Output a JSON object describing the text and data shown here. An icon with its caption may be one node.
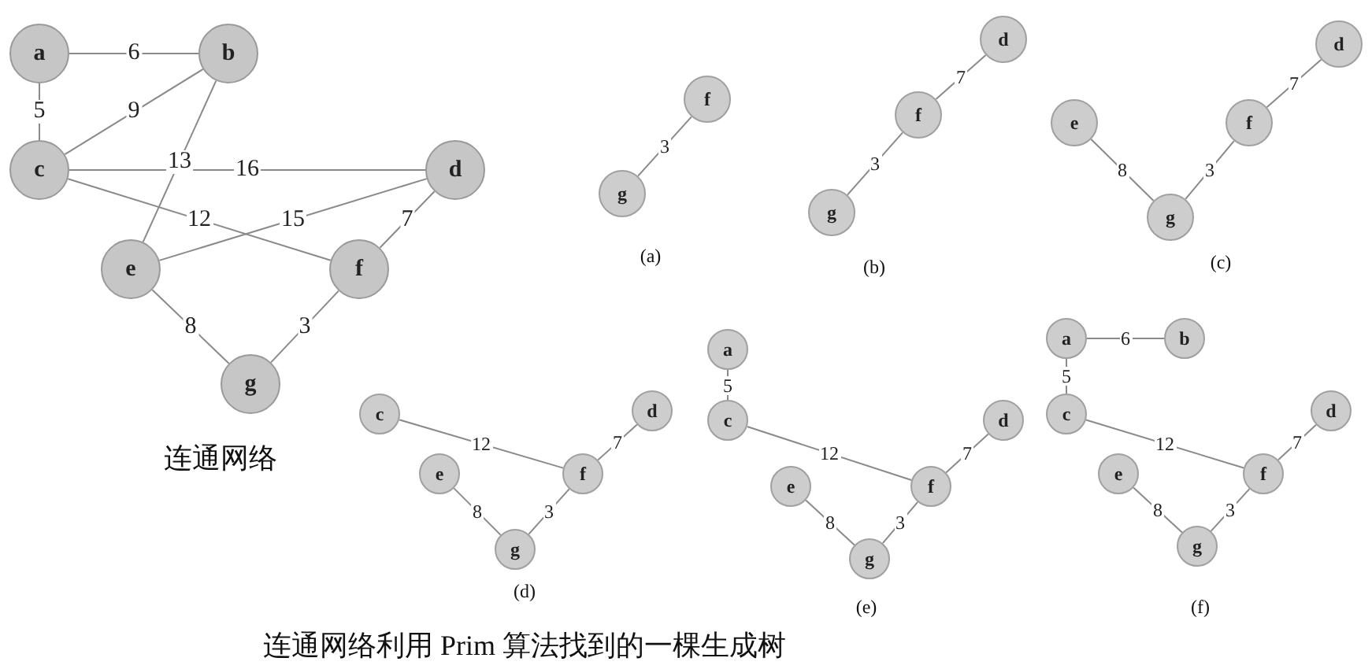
{
  "diagram": {
    "caption": "连通网络利用 Prim 算法找到的一棵生成树",
    "nodes": [
      {
        "text": [
          "a"
        ]
      },
      {
        "text": [
          "b"
        ]
      },
      {
        "text": [
          "c"
        ]
      },
      {
        "text": [
          "d"
        ]
      },
      {
        "text": [
          "e"
        ]
      },
      {
        "text": [
          "f"
        ]
      },
      {
        "text": [
          "g"
        ]
      },
      {
        "text": [
          "f"
        ]
      },
      {
        "text": [
          "g"
        ]
      },
      {
        "text": [
          "d"
        ]
      },
      {
        "text": [
          "f"
        ]
      },
      {
        "text": [
          "g"
        ]
      },
      {
        "text": [
          "d"
        ]
      },
      {
        "text": [
          "e"
        ]
      },
      {
        "text": [
          "f"
        ]
      },
      {
        "text": [
          "g"
        ]
      },
      {
        "text": [
          "c"
        ]
      },
      {
        "text": [
          "d"
        ]
      },
      {
        "text": [
          "e"
        ]
      },
      {
        "text": [
          "f"
        ]
      },
      {
        "text": [
          "g"
        ]
      },
      {
        "text": [
          "a"
        ]
      },
      {
        "text": [
          "c"
        ]
      },
      {
        "text": [
          "d"
        ]
      },
      {
        "text": [
          "e"
        ]
      },
      {
        "text": [
          "f"
        ]
      },
      {
        "text": [
          "g"
        ]
      },
      {
        "text": [
          "a"
        ]
      },
      {
        "text": [
          "b"
        ]
      },
      {
        "text": [
          "c"
        ]
      },
      {
        "text": [
          "d"
        ]
      },
      {
        "text": [
          "e"
        ]
      },
      {
        "text": [
          "f"
        ]
      },
      {
        "text": [
          "g"
        ]
      }
    ],
    "edges": [
      {
        "from": 0,
        "to": 1,
        "arrow": "none",
        "label": "6"
      },
      {
        "from": 0,
        "to": 2,
        "arrow": "none",
        "label": "5"
      },
      {
        "from": 2,
        "to": 1,
        "arrow": "none",
        "label": "9"
      },
      {
        "from": 1,
        "to": 4,
        "arrow": "none",
        "label": "13"
      },
      {
        "from": 2,
        "to": 3,
        "arrow": "none",
        "label": "16"
      },
      {
        "from": 2,
        "to": 5,
        "arrow": "none",
        "label": "12"
      },
      {
        "from": 4,
        "to": 3,
        "arrow": "none",
        "label": "15"
      },
      {
        "from": 5,
        "to": 3,
        "arrow": "none",
        "label": "7"
      },
      {
        "from": 4,
        "to": 6,
        "arrow": "none",
        "label": "8"
      },
      {
        "from": 6,
        "to": 5,
        "arrow": "none",
        "label": "3"
      },
      {
        "from": 8,
        "to": 7,
        "arrow": "none",
        "label": "3"
      },
      {
        "from": 10,
        "to": 9,
        "arrow": "none",
        "label": "7"
      },
      {
        "from": 11,
        "to": 10,
        "arrow": "none",
        "label": "3"
      },
      {
        "from": 13,
        "to": 15,
        "arrow": "none",
        "label": "8"
      },
      {
        "from": 15,
        "to": 14,
        "arrow": "none",
        "label": "3"
      },
      {
        "from": 14,
        "to": 12,
        "arrow": "none",
        "label": "7"
      },
      {
        "from": 16,
        "to": 19,
        "arrow": "none",
        "label": "12"
      },
      {
        "from": 19,
        "to": 17,
        "arrow": "none",
        "label": "7"
      },
      {
        "from": 18,
        "to": 20,
        "arrow": "none",
        "label": "8"
      },
      {
        "from": 20,
        "to": 19,
        "arrow": "none",
        "label": "3"
      },
      {
        "from": 21,
        "to": 22,
        "arrow": "none",
        "label": "5"
      },
      {
        "from": 22,
        "to": 25,
        "arrow": "none",
        "label": "12"
      },
      {
        "from": 25,
        "to": 23,
        "arrow": "none",
        "label": "7"
      },
      {
        "from": 24,
        "to": 26,
        "arrow": "none",
        "label": "8"
      },
      {
        "from": 26,
        "to": 25,
        "arrow": "none",
        "label": "3"
      },
      {
        "from": 27,
        "to": 28,
        "arrow": "none",
        "label": "6"
      },
      {
        "from": 27,
        "to": 29,
        "arrow": "none",
        "label": "5"
      },
      {
        "from": 29,
        "to": 32,
        "arrow": "none",
        "label": "12"
      },
      {
        "from": 32,
        "to": 30,
        "arrow": "none",
        "label": "7"
      },
      {
        "from": 31,
        "to": 33,
        "arrow": "none",
        "label": "8"
      },
      {
        "from": 33,
        "to": 32,
        "arrow": "none",
        "label": "3"
      }
    ],
    "labels": [
      "(a)",
      "(b)",
      "(c)",
      "连通网络",
      "(d)",
      "(e)",
      "(f)"
    ]
  }
}
